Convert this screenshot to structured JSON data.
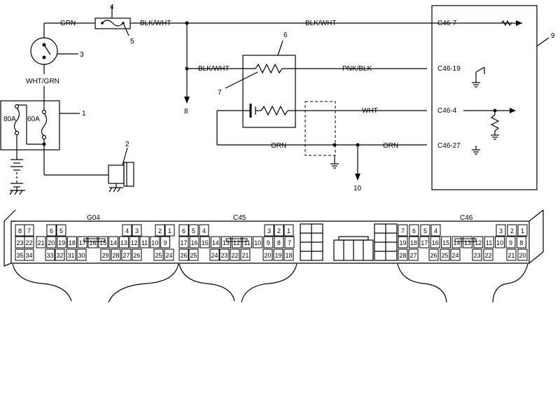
{
  "wires": {
    "grn": "GRN",
    "blk_wht_top": "BLK/WHT",
    "blk_wht_right": "BLK/WHT",
    "blk_wht_branch": "BLK/WHT",
    "wht_grn": "WHT/GRN",
    "pnk_blk": "PNK/BLK",
    "wht": "WHT",
    "orn_left": "ORN",
    "orn_right": "ORN"
  },
  "fuses": {
    "f80": "80A",
    "f60": "60A"
  },
  "terminals": {
    "t1": "C46-7",
    "t2": "C46-19",
    "t3": "C46-4",
    "t4": "C46-27"
  },
  "callouts": {
    "c1": "1",
    "c2": "2",
    "c3": "3",
    "c4": "4",
    "c5": "5",
    "c6": "6",
    "c7": "7",
    "c8": "8",
    "c9": "9",
    "c10": "10"
  },
  "connectors": {
    "g04": {
      "label": "G04",
      "row1": [
        "8",
        "7",
        "6",
        "5",
        "4",
        "3",
        "2",
        "1"
      ],
      "row2": [
        "23",
        "22",
        "21",
        "20",
        "19",
        "18",
        "17",
        "16",
        "15",
        "14",
        "13",
        "12",
        "11",
        "10",
        "9"
      ],
      "row3": [
        "35",
        "34",
        "33",
        "32",
        "31",
        "30",
        "29",
        "28",
        "27",
        "26",
        "25",
        "24"
      ]
    },
    "c45": {
      "label": "C45",
      "row1": [
        "6",
        "5",
        "4",
        "3",
        "2",
        "1"
      ],
      "row2": [
        "17",
        "16",
        "15",
        "14",
        "13",
        "12",
        "11",
        "10",
        "9",
        "8",
        "7"
      ],
      "row3": [
        "26",
        "25",
        "24",
        "23",
        "22",
        "21",
        "20",
        "19",
        "18"
      ]
    },
    "c46": {
      "label": "C46",
      "row1": [
        "7",
        "6",
        "5",
        "4",
        "3",
        "2",
        "1"
      ],
      "row2": [
        "19",
        "18",
        "17",
        "16",
        "15",
        "14",
        "13",
        "12",
        "11",
        "10",
        "9",
        "8"
      ],
      "row3": [
        "28",
        "27",
        "26",
        "25",
        "24",
        "23",
        "22",
        "21",
        "20"
      ]
    }
  }
}
